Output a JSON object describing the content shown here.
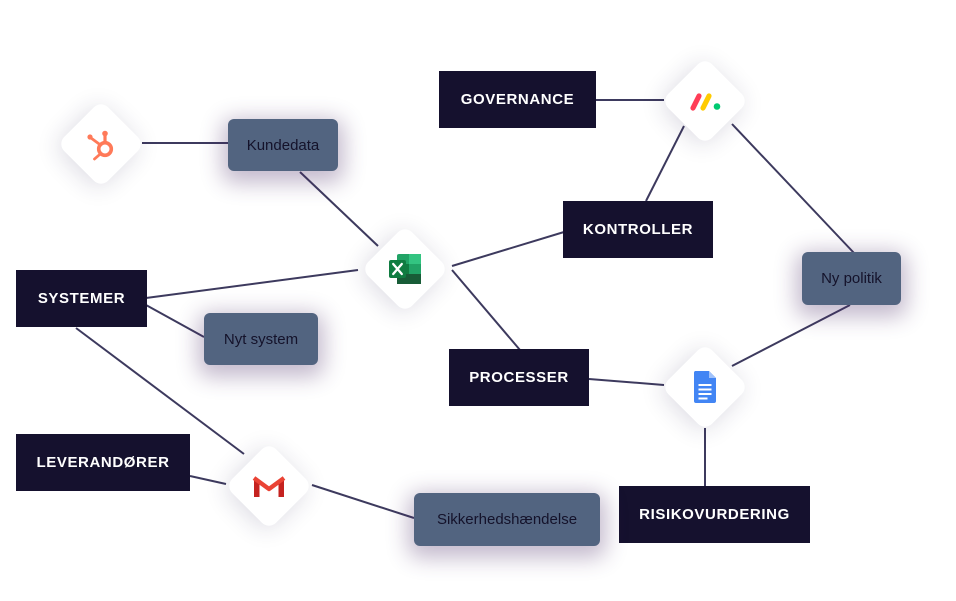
{
  "labels": {
    "governance": "GOVERNANCE",
    "kontroller": "KONTROLLER",
    "systemer": "SYSTEMER",
    "processer": "PROCESSER",
    "leverandorer": "LEVERANDØRER",
    "risikovurdering": "RISIKOVURDERING",
    "kundedata": "Kundedata",
    "nyt_system": "Nyt system",
    "ny_politik": "Ny politik",
    "sikkerhedshaendelse": "Sikkerhedshændelse"
  },
  "icons": {
    "hubspot": "hubspot-icon",
    "excel": "excel-icon",
    "monday": "monday-icon",
    "google_docs": "google-docs-icon",
    "gmail": "gmail-icon"
  },
  "colors": {
    "dark_box": "#15112e",
    "slate_box": "#526480",
    "line": "#3d3a5e",
    "hubspot": "#ff7a59",
    "excel": "#1d6f42",
    "docs": "#4285f4",
    "gmail": "#ea4335"
  }
}
